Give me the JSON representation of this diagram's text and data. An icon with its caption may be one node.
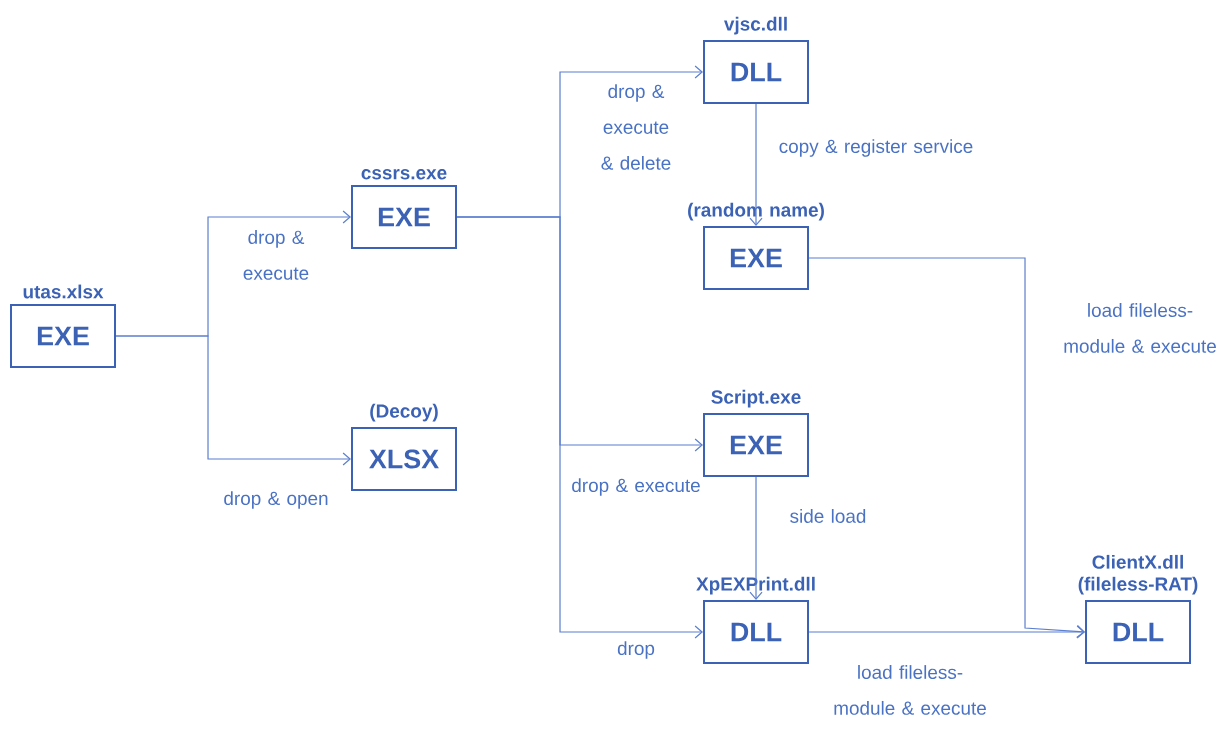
{
  "diagram": {
    "nodes": [
      {
        "text": [
          "utas.xlsx",
          "EXE"
        ]
      },
      {
        "text": [
          "cssrs.exe",
          "EXE"
        ]
      },
      {
        "text": [
          "(Decoy)",
          "XLSX"
        ]
      },
      {
        "text": [
          "vjsc.dll",
          "DLL"
        ]
      },
      {
        "text": [
          "(random name)",
          "EXE"
        ]
      },
      {
        "text": [
          "Script.exe",
          "EXE"
        ]
      },
      {
        "text": [
          "XpEXPrint.dll",
          "DLL"
        ]
      },
      {
        "text": [
          "ClientX.dll (fileless-RAT)",
          "DLL"
        ]
      }
    ],
    "edges": [
      {
        "from": 0,
        "to": 1,
        "arrow": "to",
        "label": "drop & execute"
      },
      {
        "from": 0,
        "to": 2,
        "arrow": "to",
        "label": "drop & open"
      },
      {
        "from": 1,
        "to": 3,
        "arrow": "to",
        "label": "drop & execute & delete"
      },
      {
        "from": 3,
        "to": 4,
        "arrow": "to",
        "label": "copy & register service"
      },
      {
        "from": 1,
        "to": 5,
        "arrow": "to",
        "label": "drop & execute"
      },
      {
        "from": 5,
        "to": 6,
        "arrow": "to",
        "label": "side load"
      },
      {
        "from": 1,
        "to": 6,
        "arrow": "to",
        "label": "drop"
      },
      {
        "from": 4,
        "to": 7,
        "arrow": "to",
        "label": "load fileless-module & execute"
      },
      {
        "from": 6,
        "to": 7,
        "arrow": "to",
        "label": "load fileless-module & execute"
      }
    ]
  }
}
